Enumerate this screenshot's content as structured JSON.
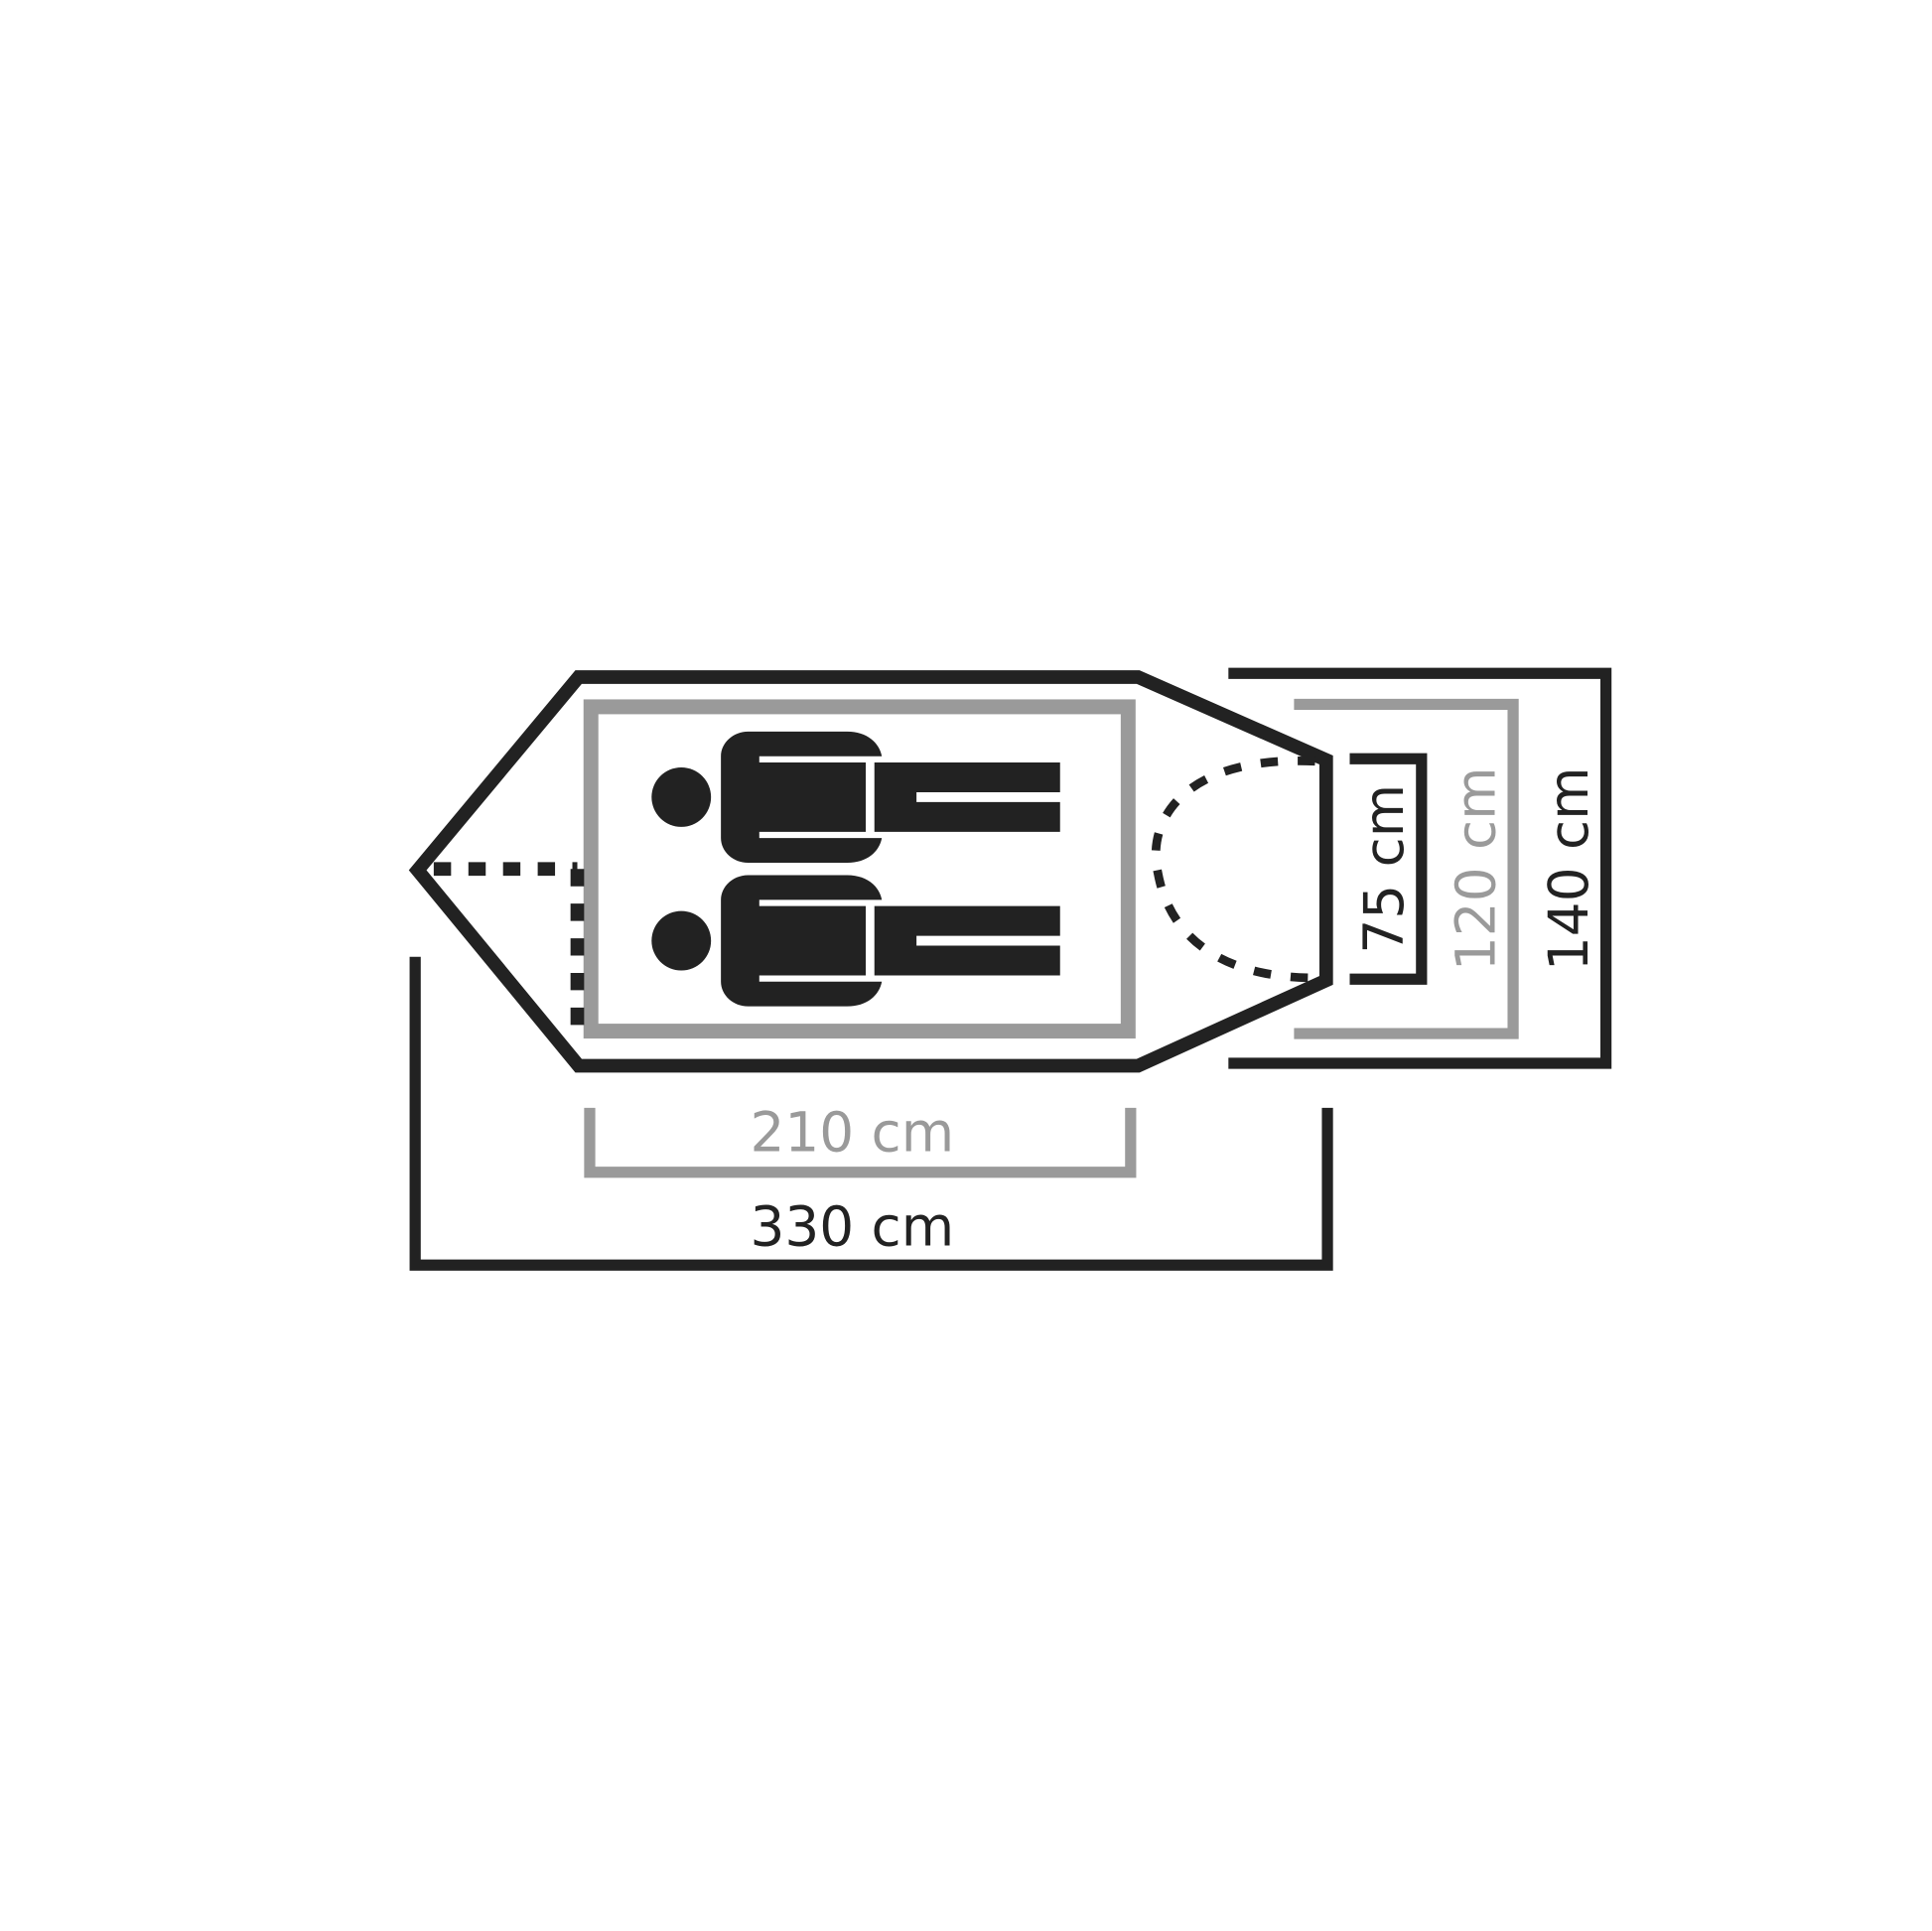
{
  "colors": {
    "dark": "#222222",
    "gray": "#9a9a9a",
    "background": "#ffffff"
  },
  "dimensions": {
    "inner_length": "210 cm",
    "outer_length": "330 cm",
    "vestibule_depth": "75 cm",
    "inner_width": "120 cm",
    "outer_width": "140 cm"
  },
  "persons": 2
}
